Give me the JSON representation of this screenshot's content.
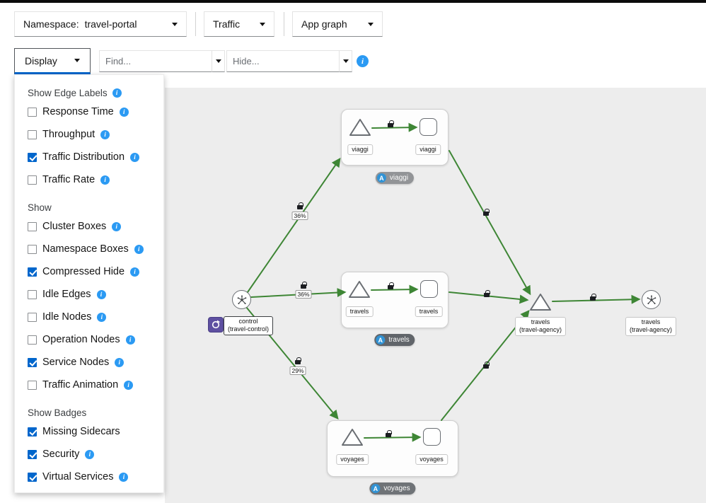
{
  "toolbar": {
    "namespace_label": "Namespace:",
    "namespace_value": "travel-portal",
    "traffic_value": "Traffic",
    "graph_type_value": "App graph",
    "display_label": "Display",
    "find_placeholder": "Find...",
    "hide_placeholder": "Hide..."
  },
  "display_menu": {
    "sections": [
      {
        "title": "Show Edge Labels",
        "items": [
          {
            "label": "Response Time",
            "checked": false
          },
          {
            "label": "Throughput",
            "checked": false
          },
          {
            "label": "Traffic Distribution",
            "checked": true
          },
          {
            "label": "Traffic Rate",
            "checked": false
          }
        ]
      },
      {
        "title": "Show",
        "items": [
          {
            "label": "Cluster Boxes",
            "checked": false
          },
          {
            "label": "Namespace Boxes",
            "checked": false
          },
          {
            "label": "Compressed Hide",
            "checked": true
          },
          {
            "label": "Idle Edges",
            "checked": false
          },
          {
            "label": "Idle Nodes",
            "checked": false
          },
          {
            "label": "Operation Nodes",
            "checked": false
          },
          {
            "label": "Service Nodes",
            "checked": true
          },
          {
            "label": "Traffic Animation",
            "checked": false
          }
        ]
      },
      {
        "title": "Show Badges",
        "items": [
          {
            "label": "Missing Sidecars",
            "checked": true
          },
          {
            "label": "Security",
            "checked": true
          },
          {
            "label": "Virtual Services",
            "checked": true
          }
        ]
      }
    ]
  },
  "graph": {
    "groups": [
      {
        "badge": "A",
        "pill": "viaggi",
        "left_node": "viaggi",
        "right_node": "viaggi"
      },
      {
        "badge": "A",
        "pill": "travels",
        "left_node": "travels",
        "right_node": "travels"
      },
      {
        "badge": "A",
        "pill": "voyages",
        "left_node": "voyages",
        "right_node": "voyages"
      }
    ],
    "nodes": {
      "control": {
        "line1": "control",
        "line2": "(travel-control)"
      },
      "agency1": {
        "line1": "travels",
        "line2": "(travel-agency)"
      },
      "agency2": {
        "line1": "travels",
        "line2": "(travel-agency)"
      }
    },
    "edges": {
      "percents": [
        "36%",
        "36%",
        "29%"
      ]
    }
  },
  "colors": {
    "edge_green": "#3e8635",
    "checked_blue": "#0066cc",
    "info_blue": "#2b9af3",
    "app_badge_blue": "#3193d5",
    "virtual_service_purple": "#5e50a1"
  }
}
